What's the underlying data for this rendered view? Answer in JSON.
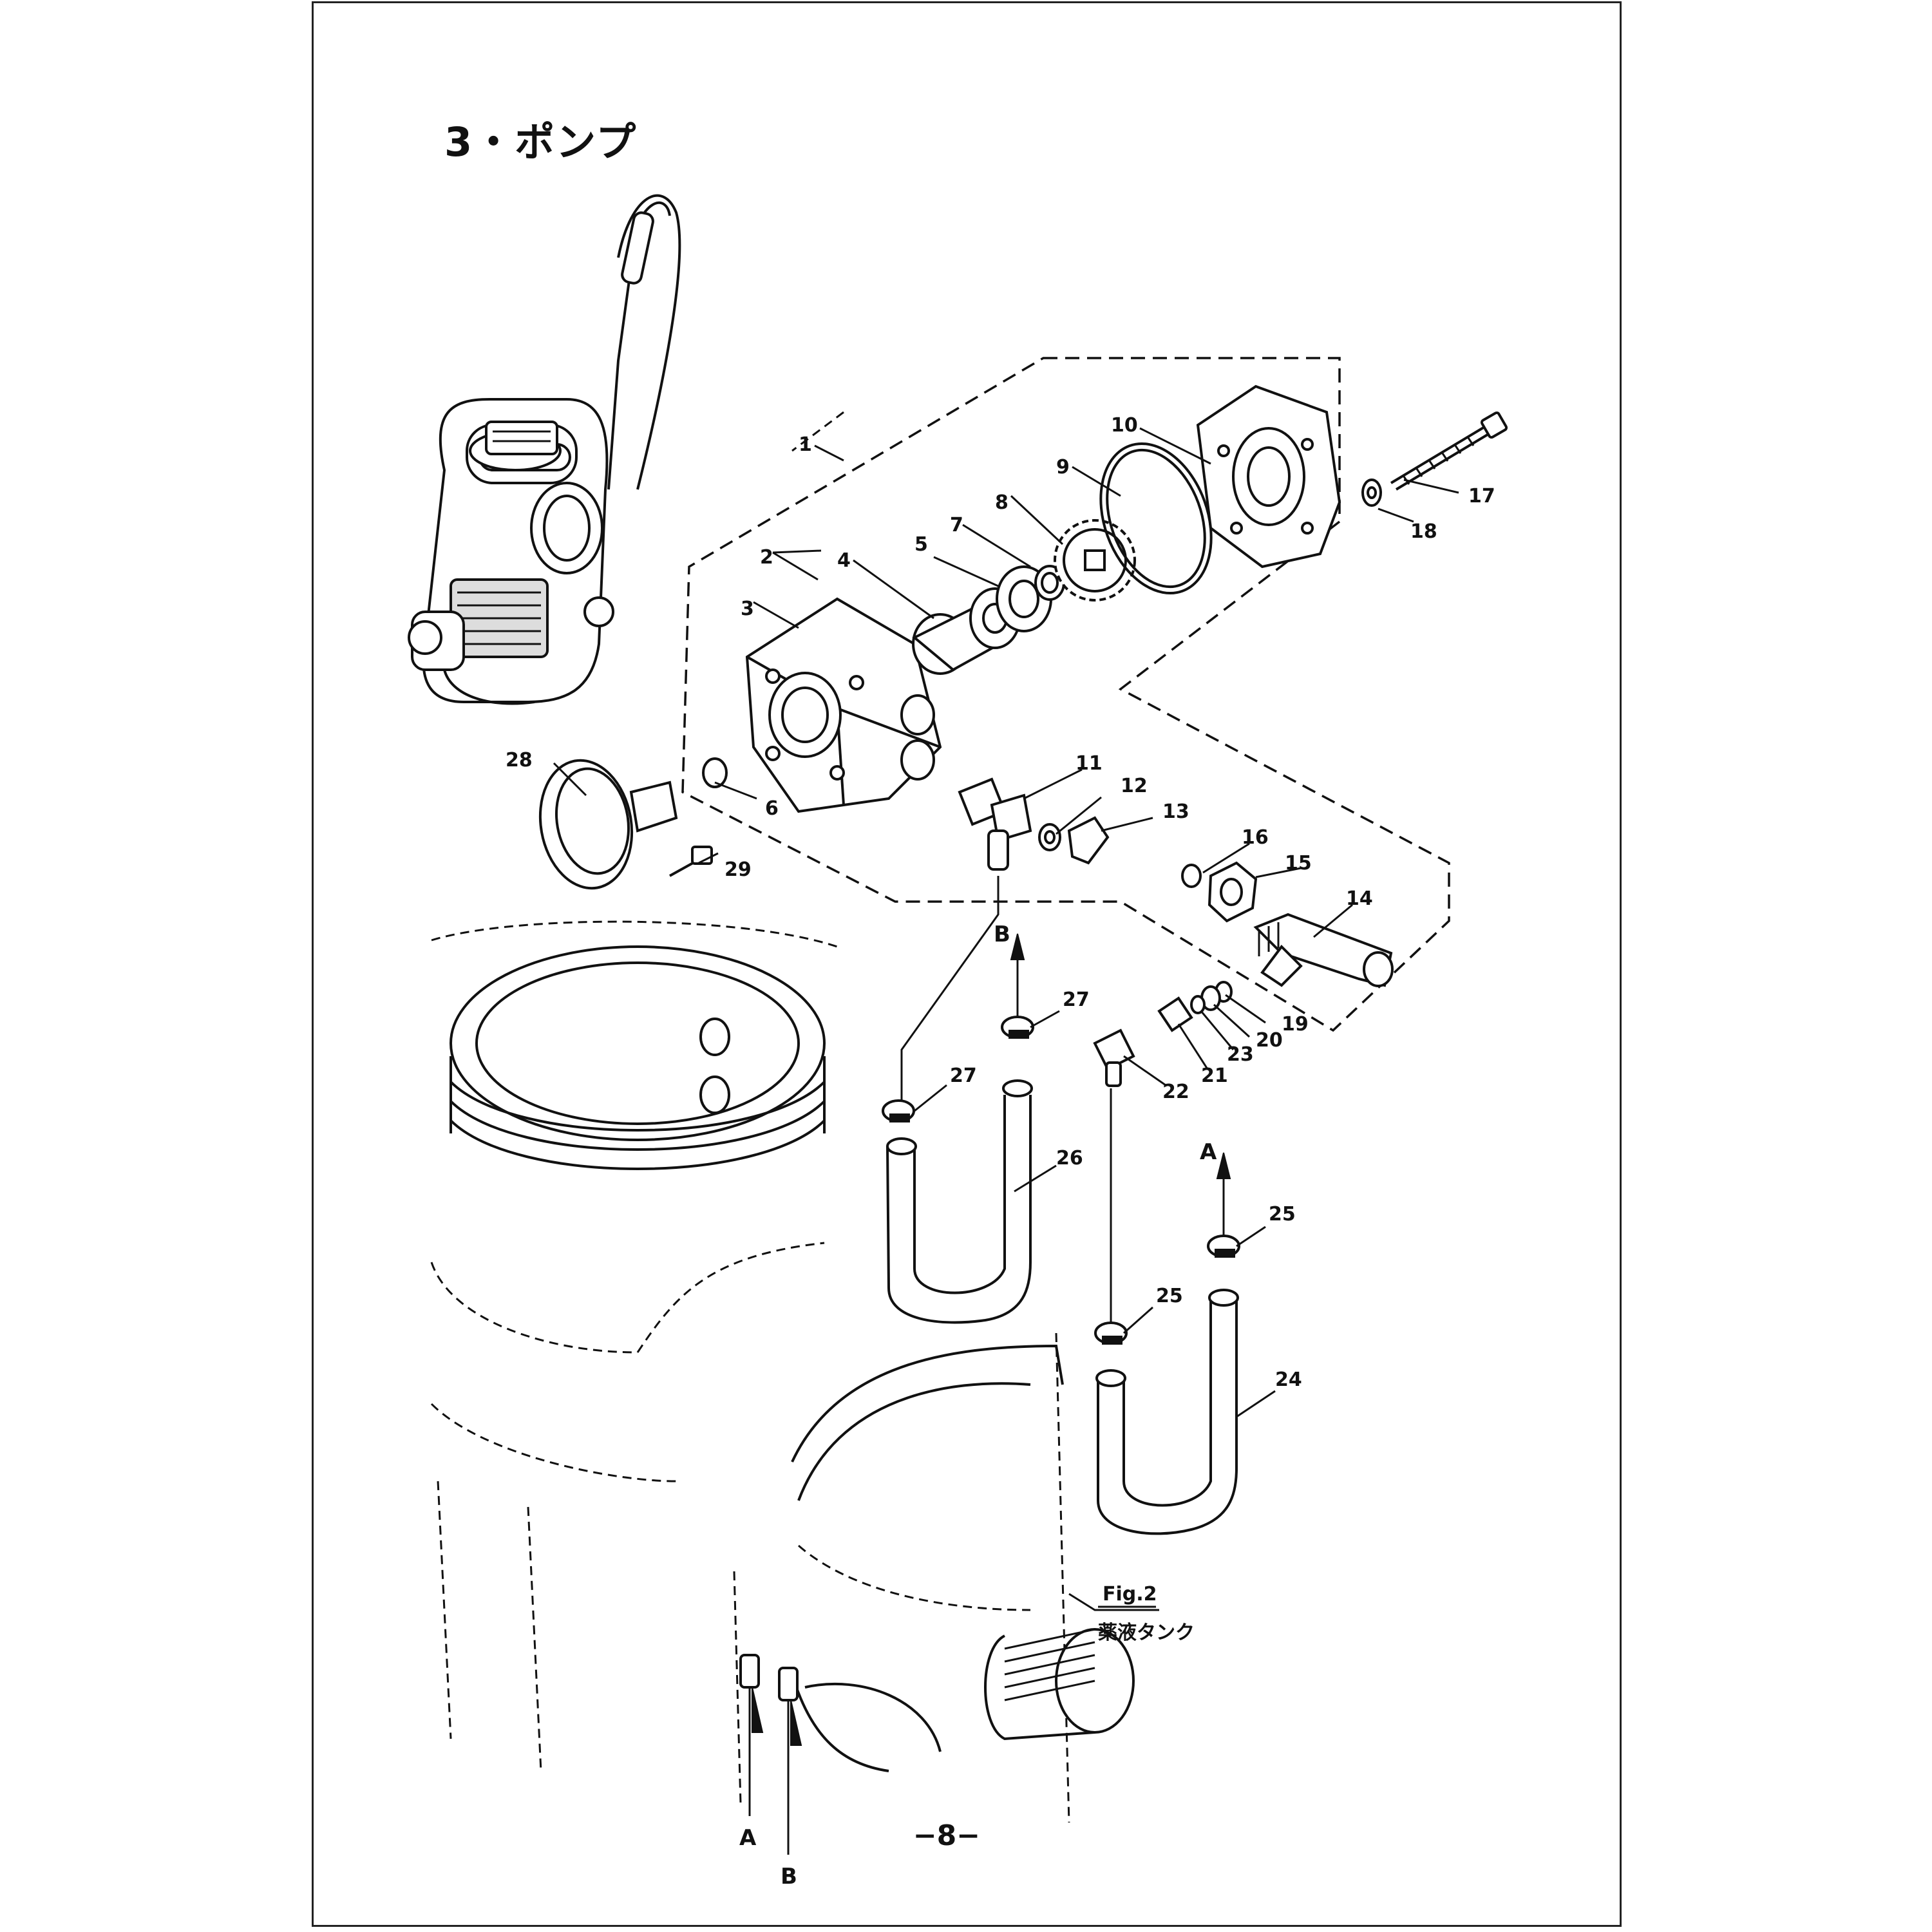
{
  "title": "3・ポンプ",
  "page_number": "−8−",
  "callouts": {
    "n1": "1",
    "n2": "2",
    "n3": "3",
    "n4": "4",
    "n5": "5",
    "n6": "6",
    "n7": "7",
    "n8": "8",
    "n9": "9",
    "n10": "10",
    "n11": "11",
    "n12": "12",
    "n13": "13",
    "n14": "14",
    "n15": "15",
    "n16": "16",
    "n17": "17",
    "n18": "18",
    "n19": "19",
    "n20": "20",
    "n21": "21",
    "n22": "22",
    "n23": "23",
    "n24": "24",
    "n25a": "25",
    "n25b": "25",
    "n26": "26",
    "n27a": "27",
    "n27b": "27",
    "n28": "28",
    "n29": "29"
  },
  "markers": {
    "a_top": "A",
    "b_top": "B",
    "a_bottom": "A",
    "b_bottom": "B"
  },
  "fig_ref": {
    "label": "Fig.2",
    "caption": "薬液タンク"
  }
}
